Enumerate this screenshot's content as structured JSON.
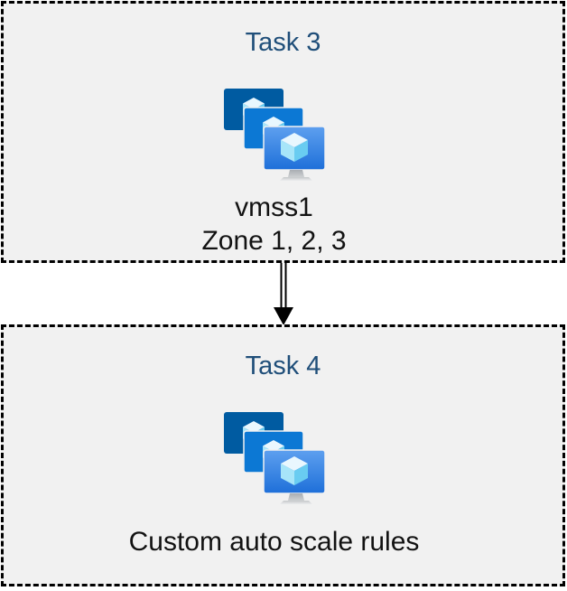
{
  "diagram": {
    "description": "Two-step flow diagram of Azure virtual machine scale set tasks",
    "colors": {
      "box_background": "#F1F1F1",
      "box_border": "#000000",
      "title_text": "#1F4E79",
      "body_text": "#121212",
      "monitor_back": "#005BA1",
      "monitor_middle": "#0C78D4",
      "monitor_front_top": "#5EA0EF",
      "monitor_front_bottom": "#1E6FD9",
      "cube_top": "#E9F7FE",
      "cube_left": "#A7E5F9",
      "cube_right": "#69CCF1"
    },
    "tasks": [
      {
        "title": "Task 3",
        "icon": "vmss-icon",
        "lines": [
          "vmss1",
          "Zone 1, 2, 3"
        ]
      },
      {
        "title": "Task 4",
        "icon": "vmss-icon",
        "lines": [
          "Custom auto scale rules"
        ]
      }
    ],
    "connector": {
      "shape": "double-line-arrow",
      "direction": "down",
      "color": "#000000"
    }
  }
}
